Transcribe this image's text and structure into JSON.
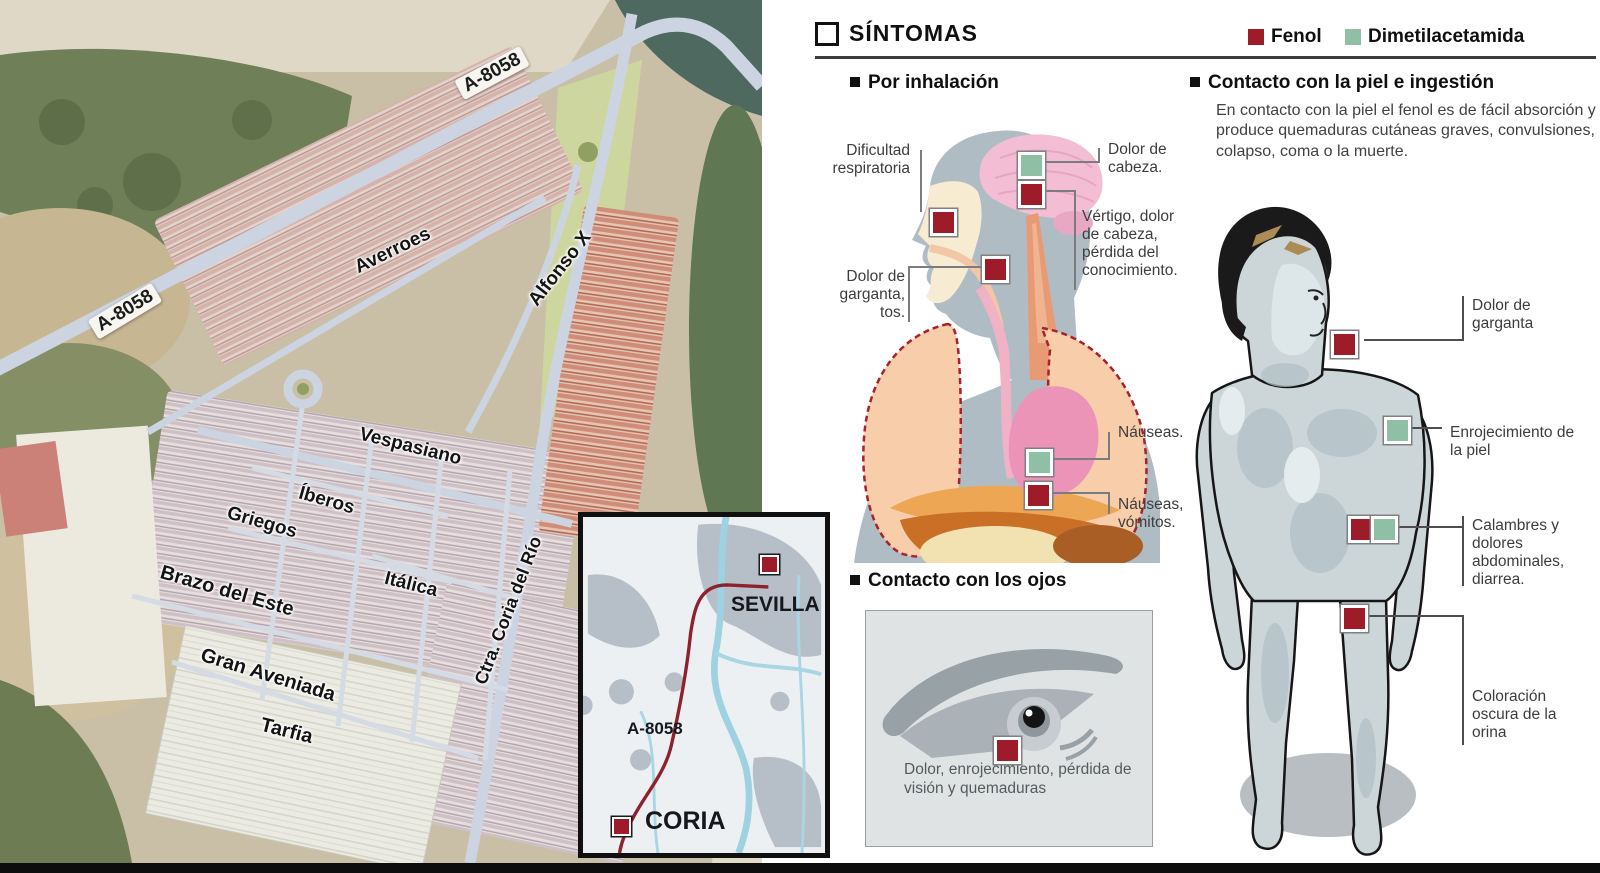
{
  "header": {
    "title": "SÍNTOMAS",
    "legend": [
      {
        "label": "Fenol",
        "color": "#9e1b2a"
      },
      {
        "label": "Dimetilacetamida",
        "color": "#8fbfa4"
      }
    ]
  },
  "map": {
    "roads": [
      "A-8058",
      "A-8058"
    ],
    "streets": [
      "Averroes",
      "Alfonso X",
      "Vespasiano",
      "Íberos",
      "Griegos",
      "Itálica",
      "Brazo del Este",
      "Gran Aveniada",
      "Tarfia",
      "Ctra. Coria del Río"
    ],
    "inset": {
      "city_top": "SEVILLA",
      "road": "A-8058",
      "city_bottom": "CORIA"
    }
  },
  "sections": {
    "inhalation": {
      "title": "Por inhalación",
      "labels": {
        "breathing": "Dificultad respiratoria",
        "headache": "Dolor de cabeza.",
        "vertigo": "Vértigo, dolor de cabeza, pérdida del conocimiento.",
        "throat": "Dolor de garganta, tos.",
        "nausea": "Náuseas.",
        "vomit": "Náuseas, vómitos."
      }
    },
    "eyes": {
      "title": "Contacto con los ojos",
      "caption": "Dolor, enrojecimiento, pérdida de visión y quemaduras"
    },
    "skin": {
      "title": "Contacto con la piel e ingestión",
      "paragraph": "En contacto con la piel el fenol es de fácil absorción y produce quemaduras cutáneas graves, convulsiones, colapso, coma o la muerte.",
      "labels": {
        "throat": "Dolor de garganta",
        "redness": "Enrojecimiento de la piel",
        "cramps": "Calambres y dolores abdominales, diarrea.",
        "urine": "Coloración oscura de la orina"
      }
    }
  },
  "colors": {
    "fenol": "#9e1b2a",
    "dimetilacetamida": "#8fbfa4"
  }
}
